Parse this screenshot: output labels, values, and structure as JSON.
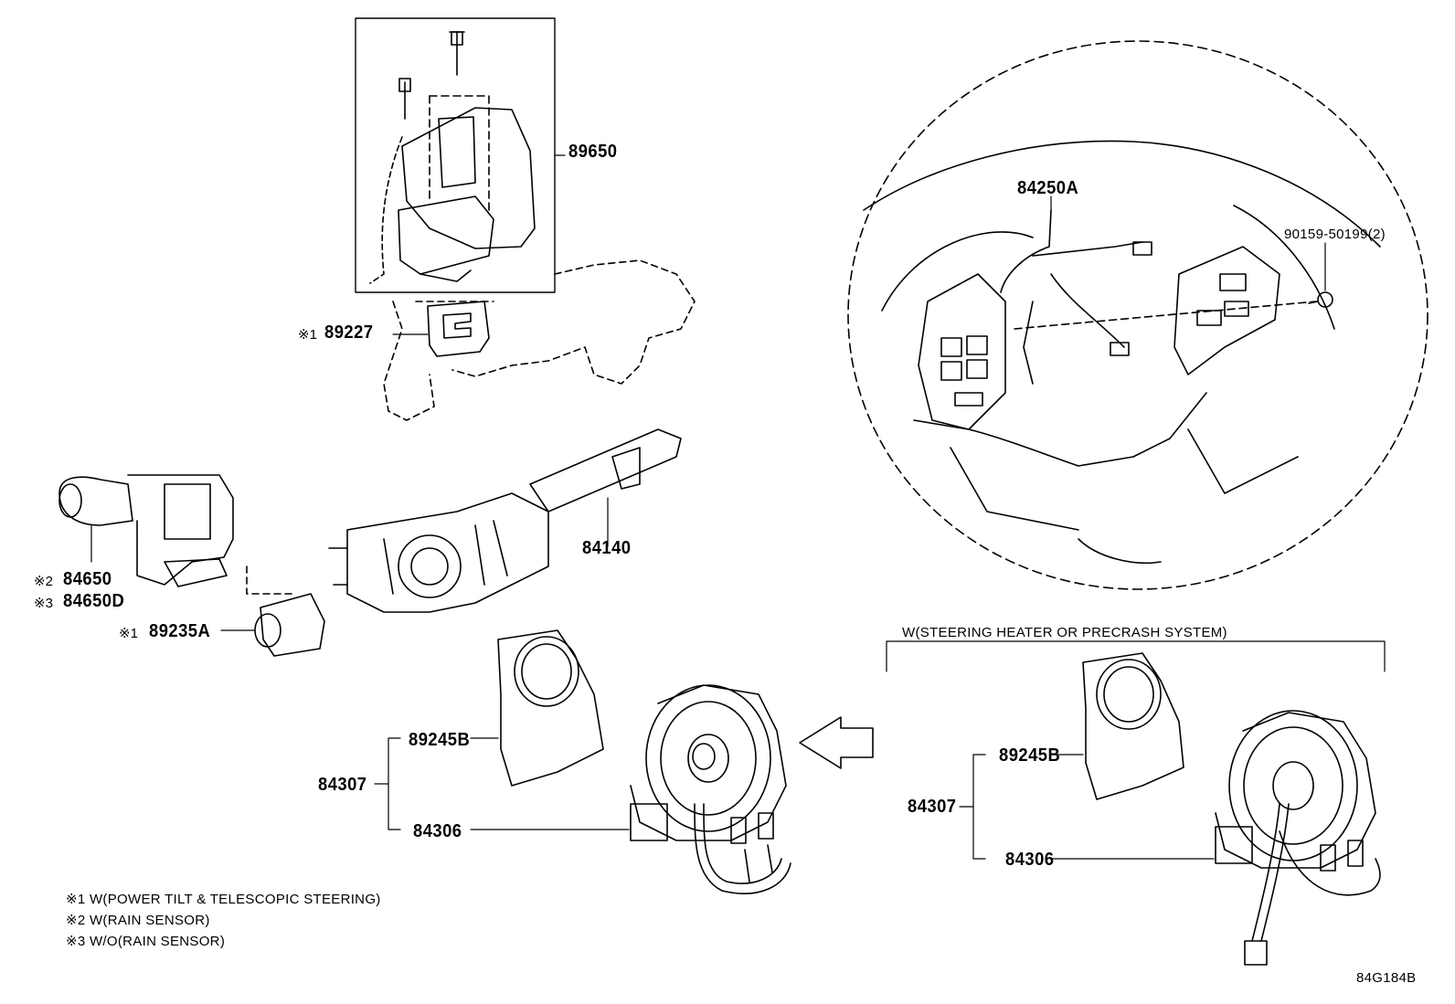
{
  "parts": {
    "p89650": "89650",
    "p89227": "89227",
    "p89227_mark": "※1",
    "p84250A": "84250A",
    "p90159": "90159-50199(2)",
    "p84140": "84140",
    "p84650": "84650",
    "p84650_mark": "※2",
    "p84650D": "84650D",
    "p84650D_mark": "※3",
    "p89235A": "89235A",
    "p89235A_mark": "※1",
    "left_89245B": "89245B",
    "left_84307": "84307",
    "left_84306": "84306",
    "right_89245B": "89245B",
    "right_84307": "84307",
    "right_84306": "84306"
  },
  "variant_label": "W(STEERING HEATER OR PRECRASH SYSTEM)",
  "notes": [
    "※1  W(POWER TILT & TELESCOPIC STEERING)",
    "※2 W(RAIN SENSOR)",
    "※3 W/O(RAIN SENSOR)"
  ],
  "figure_code": "84G184B"
}
